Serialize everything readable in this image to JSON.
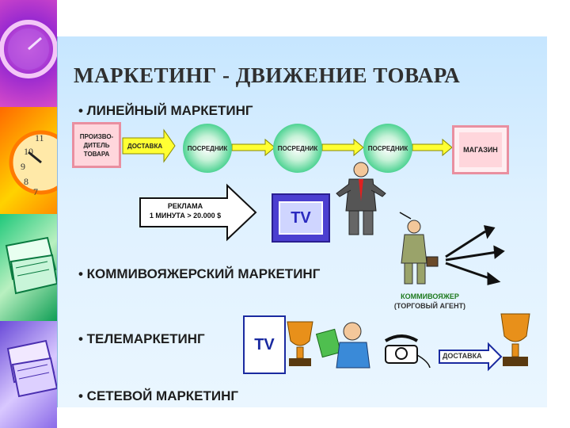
{
  "slide": {
    "title": "МАРКЕТИНГ - ДВИЖЕНИЕ ТОВАРА",
    "bullets": {
      "linear": "• ЛИНЕЙНЫЙ МАРКЕТИНГ",
      "commi": "• КОММИВОЯЖЕРСКИЙ МАРКЕТИНГ",
      "tele": "• ТЕЛЕМАРКЕТИНГ",
      "network": "• СЕТЕВОЙ МАРКЕТИНГ"
    },
    "chain": {
      "producer": "ПРОИЗВО-ДИТЕЛЬ ТОВАРА",
      "delivery": "ДОСТАВКА",
      "middleman": "ПОСРЕДНИК",
      "shop": "МАГАЗИН"
    },
    "ad": {
      "line1": "РЕКЛАМА",
      "line2": "1 МИНУТА > 20.000 $",
      "tv": "TV"
    },
    "agent": {
      "line1": "КОММИВОЯЖЕР",
      "line2": "(ТОРГОВЫЙ АГЕНТ)"
    },
    "tele": {
      "tv": "TV",
      "delivery": "ДОСТАВКА"
    }
  },
  "colors": {
    "accent_yellow": "#ffff33",
    "circle_green": "#3fcf8a",
    "box_pink": "#ffd6dc",
    "tv_blue": "#4b3fd0",
    "agent_green": "#1e7a1e"
  },
  "icons": [
    "clock-icon",
    "paper-stack-icon",
    "businessman-icon",
    "trophy-icon",
    "money-icon",
    "telephone-icon"
  ]
}
